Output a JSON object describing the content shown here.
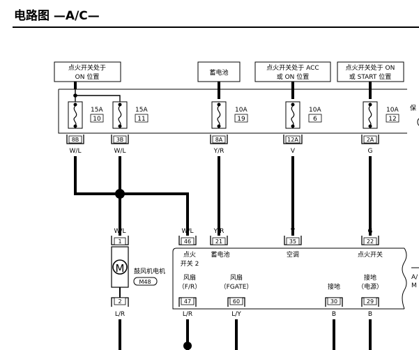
{
  "header": {
    "title": "电路图 —A/C—"
  },
  "power_sources": {
    "ign_on": [
      "点火开关处于",
      "ON 位置"
    ],
    "battery": "蓄电池",
    "ign_acc_on": [
      "点火开关处于 ACC",
      "或 ON 位置"
    ],
    "ign_on_start": [
      "点火开关处于 ON",
      "或 START 位置"
    ]
  },
  "fuse_box": {
    "label_fragment": "保",
    "fuses": [
      {
        "rating": "15A",
        "number": "10",
        "connector": "8B",
        "wire": "W/L"
      },
      {
        "rating": "15A",
        "number": "11",
        "connector": "3B",
        "wire": "W/L"
      },
      {
        "rating": "10A",
        "number": "19",
        "connector": "8A",
        "wire": "Y/R"
      },
      {
        "rating": "10A",
        "number": "6",
        "connector": "12A",
        "wire": "V"
      },
      {
        "rating": "10A",
        "number": "12",
        "connector": "2A",
        "wire": "G"
      }
    ]
  },
  "blower_motor": {
    "symbol": "M",
    "label": "鼓风机电机",
    "connector": "M48",
    "wire_in": "W/L",
    "pin_top": "1",
    "pin_bottom": "2",
    "wire_out": "L/R"
  },
  "unit": {
    "edge_labels": [
      "A/",
      "M"
    ],
    "top_pins": [
      {
        "wire": "W/L",
        "pin": "46",
        "label": [
          "点火",
          "开关 2"
        ]
      },
      {
        "wire": "Y/R",
        "pin": "21",
        "label": [
          "蓄电池"
        ]
      },
      {
        "wire": "V",
        "pin": "35",
        "label": [
          "空调"
        ]
      },
      {
        "wire": "G",
        "pin": "22",
        "label": [
          "点火开关"
        ]
      }
    ],
    "bottom_pins": [
      {
        "label": [
          "风扇",
          "（F/R）"
        ],
        "pin": "47",
        "wire": "L/R"
      },
      {
        "label": [
          "风扇",
          "（FGATE）"
        ],
        "pin": "60",
        "wire": "L/Y"
      },
      {
        "label": [
          "接地"
        ],
        "pin": "30",
        "wire": "B"
      },
      {
        "label": [
          "接地",
          "（电源）"
        ],
        "pin": "29",
        "wire": "B"
      }
    ]
  }
}
